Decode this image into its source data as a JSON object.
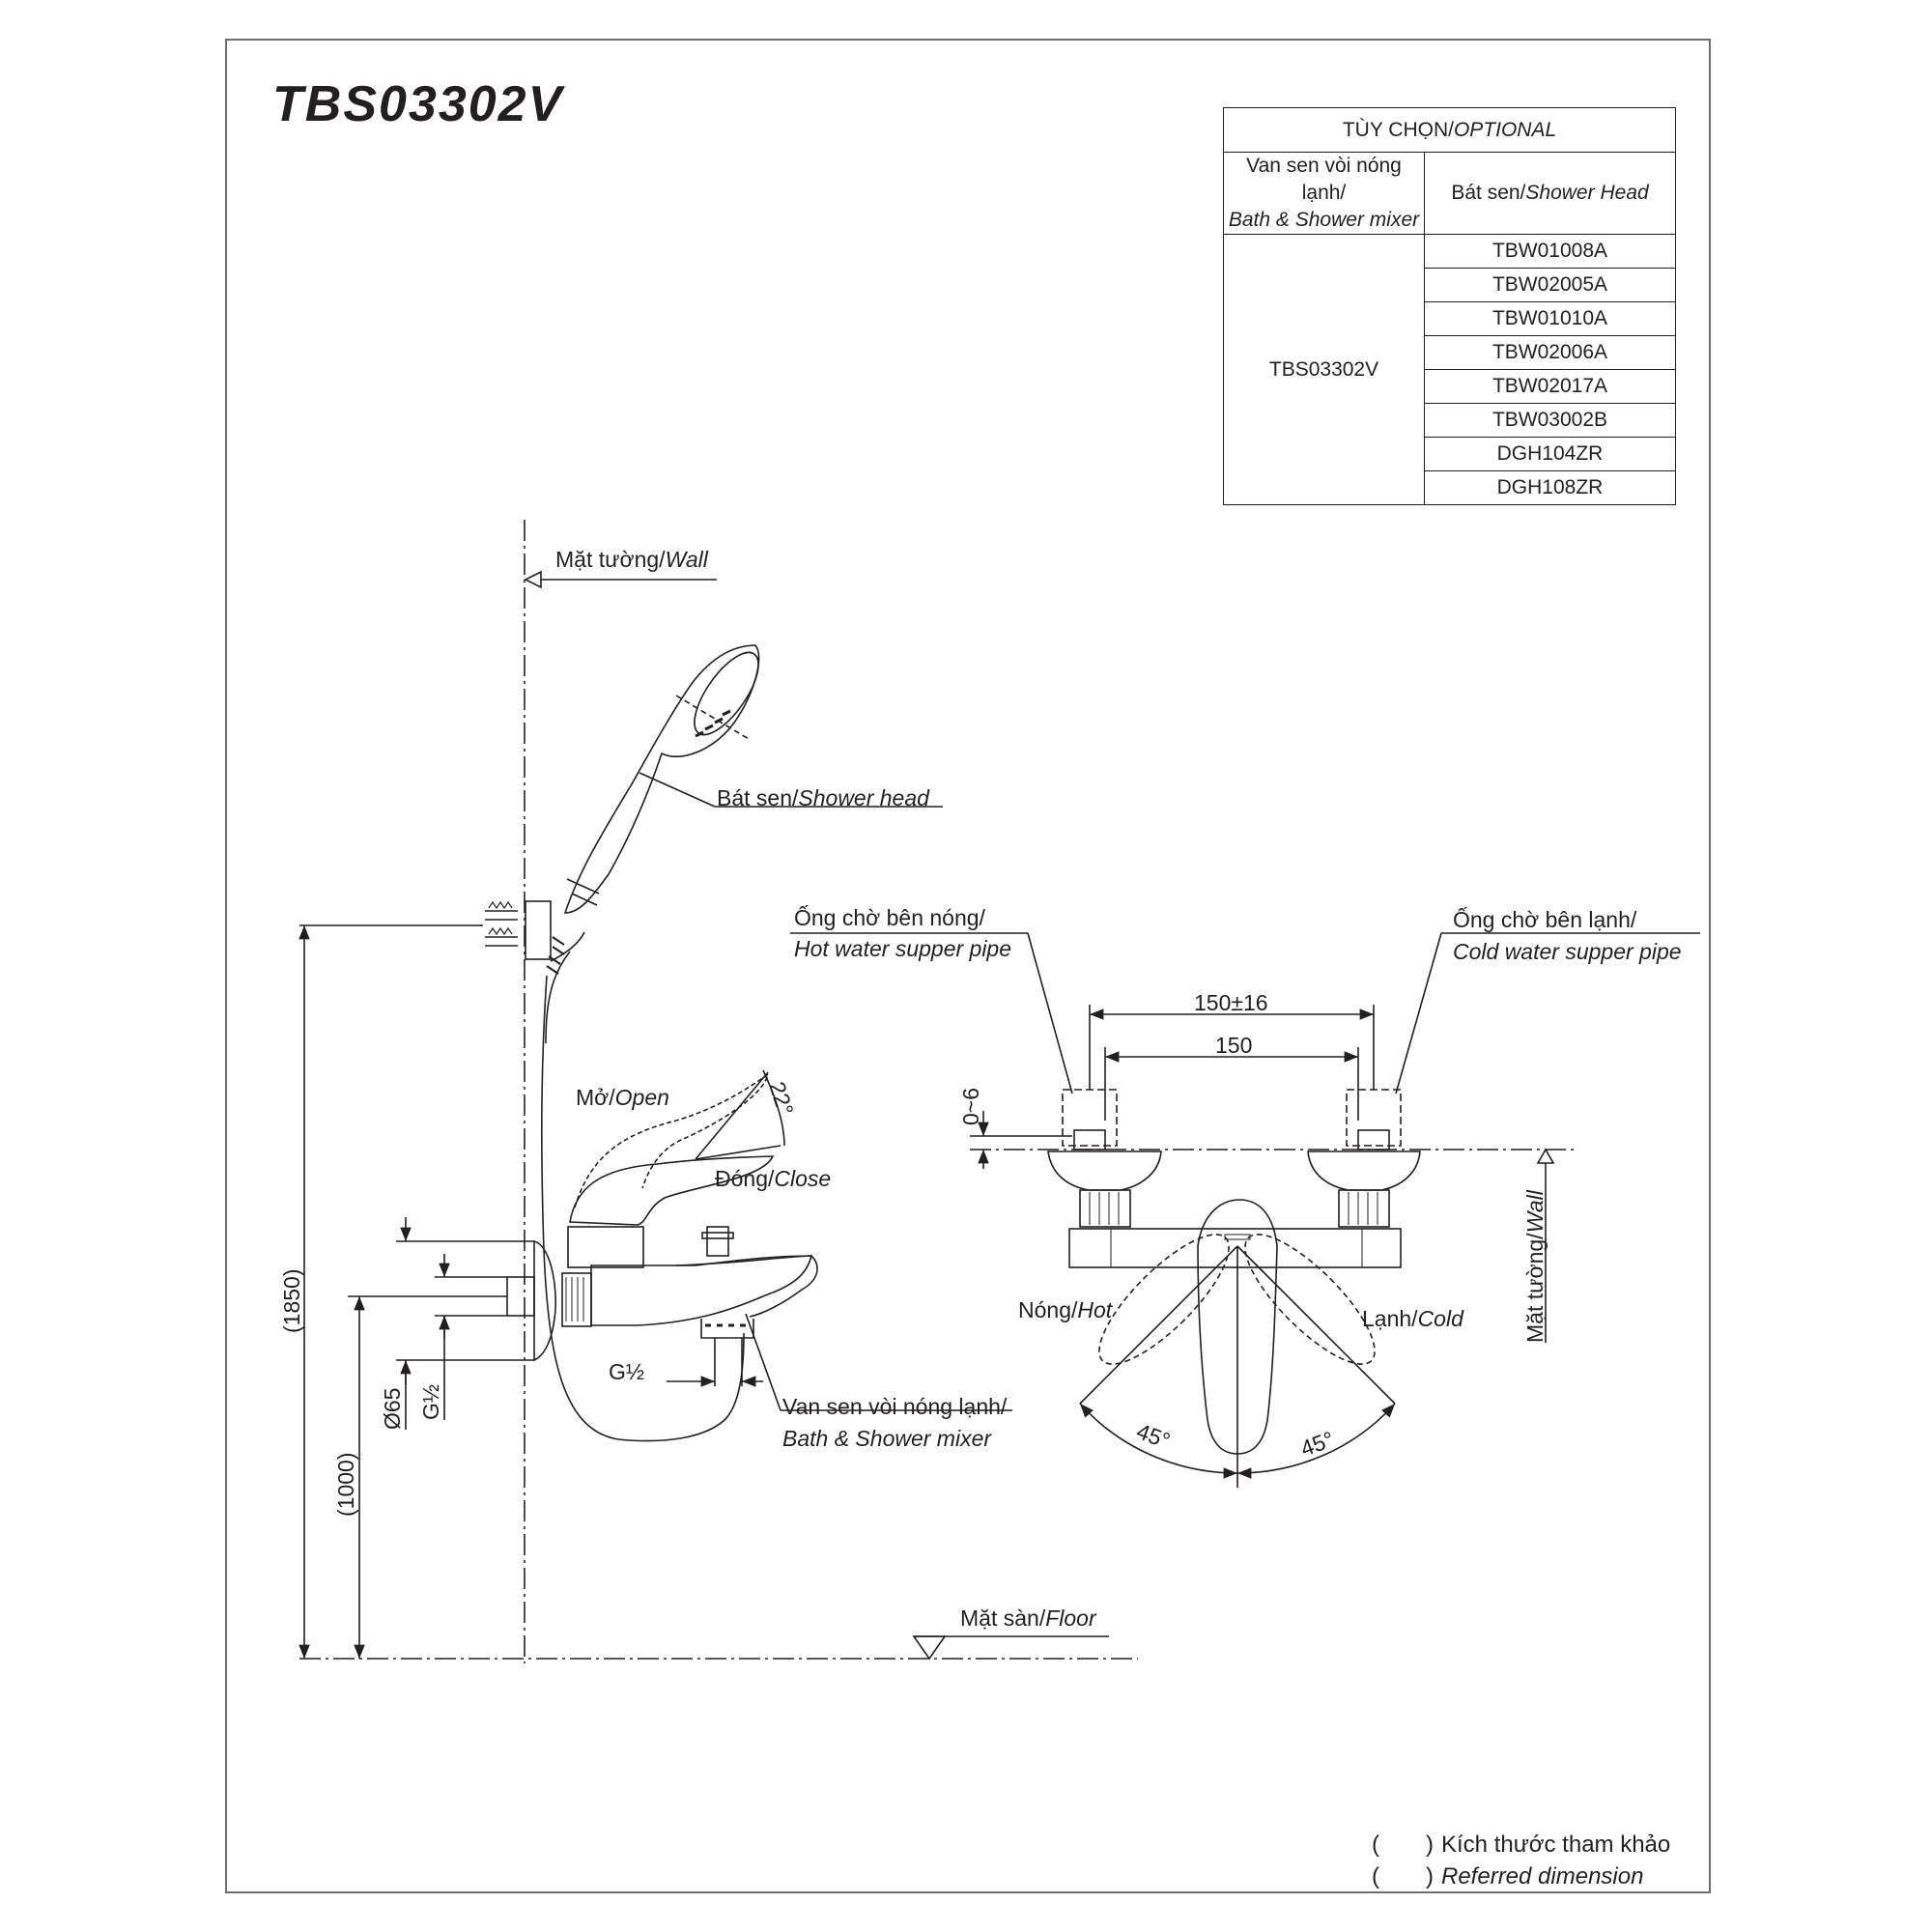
{
  "title": "TBS03302V",
  "optional_table": {
    "header_plain": "TÙY CHỌN/",
    "header_italic": "OPTIONAL",
    "col1_line1": "Van sen vòi nóng lạnh/",
    "col1_line2": "Bath & Shower mixer",
    "col2_plain": "Bát sen/",
    "col2_italic": "Shower Head",
    "mixer_model": "TBS03302V",
    "shower_heads": [
      "TBW01008A",
      "TBW02005A",
      "TBW01010A",
      "TBW02006A",
      "TBW02017A",
      "TBW03002B",
      "DGH104ZR",
      "DGH108ZR"
    ]
  },
  "side_view": {
    "wall_plain": "Mặt tường/",
    "wall_italic": "Wall",
    "shower_head_plain": "Bát sen/",
    "shower_head_italic": "Shower head",
    "open_plain": "Mở/",
    "open_italic": "Open",
    "close_plain": "Đóng/",
    "close_italic": "Close",
    "angle_open": "22°",
    "mixer_plain": "Van sen vòi nóng lạnh/",
    "mixer_italic": "Bath & Shower mixer",
    "thread_outlet": "G½",
    "thread_inlet": "G½",
    "diameter": "Ø65",
    "height_total": "(1850)",
    "height_mixer": "(1000)",
    "floor_plain": "Mặt sàn/",
    "floor_italic": "Floor"
  },
  "front_view": {
    "hot_pipe_plain": "Ống chờ bên nóng/",
    "hot_pipe_italic": "Hot water supper pipe",
    "cold_pipe_plain": "Ống chờ bên lạnh/",
    "cold_pipe_italic": "Cold water supper pipe",
    "center_tolerance": "150±16",
    "center_distance": "150",
    "offset": "0~6",
    "hot_plain": "Nóng/",
    "hot_italic": "Hot",
    "cold_plain": "Lạnh/",
    "cold_italic": "Cold",
    "angle_left": "45°",
    "angle_right": "45°",
    "wall_plain": "Mặt tường/",
    "wall_italic": "Wall"
  },
  "legend": {
    "paren_open": "(",
    "paren_close": ")",
    "line1": "Kích thước tham khảo",
    "line2": "Referred dimension"
  }
}
